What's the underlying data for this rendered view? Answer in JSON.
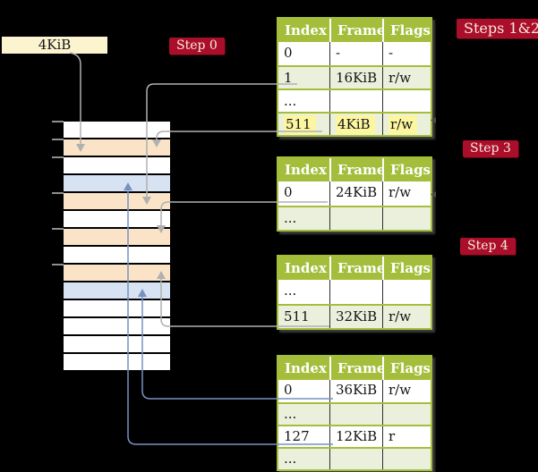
{
  "colors": {
    "bg": "#000000",
    "header_green": "#a4be3b",
    "border_green": "#a4be3b",
    "row_green": "#ebf0dc",
    "highlight_yellow": "#fcf6a0",
    "badge_red": "#ab0e2a",
    "badge_text": "#f4ecdd",
    "register_cream": "#fcf3cf",
    "mem_white": "#ffffff",
    "mem_peach": "#fbe3c7",
    "mem_blue": "#d7e3f3",
    "line_gray": "#b0b0b0",
    "line_blue": "#7792c2",
    "tick_gray": "#8f8f8f",
    "text_dark": "#141414"
  },
  "register": {
    "label": "4KiB"
  },
  "badges": {
    "step0": "Step 0",
    "steps_1_2": "Steps 1&2",
    "step3": "Step 3",
    "step4": "Step 4"
  },
  "tables": [
    {
      "name": "top-level-page-table",
      "headers": [
        "Index",
        "Frame",
        "Flags"
      ],
      "rows": [
        {
          "cells": [
            "0",
            "-",
            "-"
          ]
        },
        {
          "cells": [
            "1",
            "16KiB",
            "r/w"
          ]
        },
        {
          "cells": [
            "...",
            "",
            ""
          ]
        },
        {
          "cells": [
            "511",
            "4KiB",
            "r/w"
          ],
          "highlight": true
        }
      ]
    },
    {
      "name": "page-table-step3",
      "headers": [
        "Index",
        "Frame",
        "Flags"
      ],
      "rows": [
        {
          "cells": [
            "0",
            "24KiB",
            "r/w"
          ]
        },
        {
          "cells": [
            "...",
            "",
            ""
          ]
        }
      ]
    },
    {
      "name": "page-table-step4",
      "headers": [
        "Index",
        "Frame",
        "Flags"
      ],
      "rows": [
        {
          "cells": [
            "...",
            "",
            ""
          ]
        },
        {
          "cells": [
            "511",
            "32KiB",
            "r/w"
          ]
        }
      ]
    },
    {
      "name": "leaf-page-table",
      "headers": [
        "Index",
        "Frame",
        "Flags"
      ],
      "rows": [
        {
          "cells": [
            "0",
            "36KiB",
            "r/w"
          ]
        },
        {
          "cells": [
            "...",
            "",
            ""
          ]
        },
        {
          "cells": [
            "127",
            "12KiB",
            "r"
          ]
        },
        {
          "cells": [
            "...",
            "",
            ""
          ]
        }
      ]
    }
  ],
  "memory": {
    "row_colors": [
      "white",
      "peach",
      "white",
      "blue",
      "peach",
      "white",
      "peach",
      "white",
      "peach",
      "blue",
      "white",
      "white",
      "white",
      "white"
    ],
    "tick_rows": [
      0,
      1,
      2,
      4,
      6,
      8
    ]
  },
  "arrows": [
    {
      "from": "register-4KiB",
      "to": "memory-frame-4KiB",
      "color": "gray"
    },
    {
      "from": "top-level-page-table-index-1",
      "to": "memory-frame-16KiB",
      "color": "gray"
    },
    {
      "from": "top-level-page-table-index-511",
      "to": "memory-frame-4KiB",
      "color": "gray"
    },
    {
      "from": "page-table-step3-index-0",
      "to": "memory-frame-24KiB",
      "color": "gray"
    },
    {
      "from": "page-table-step4-index-511",
      "to": "memory-frame-32KiB",
      "color": "gray"
    },
    {
      "from": "leaf-page-table-index-0",
      "to": "memory-frame-36KiB",
      "color": "blue"
    },
    {
      "from": "leaf-page-table-index-127",
      "to": "memory-frame-12KiB",
      "color": "blue"
    }
  ]
}
